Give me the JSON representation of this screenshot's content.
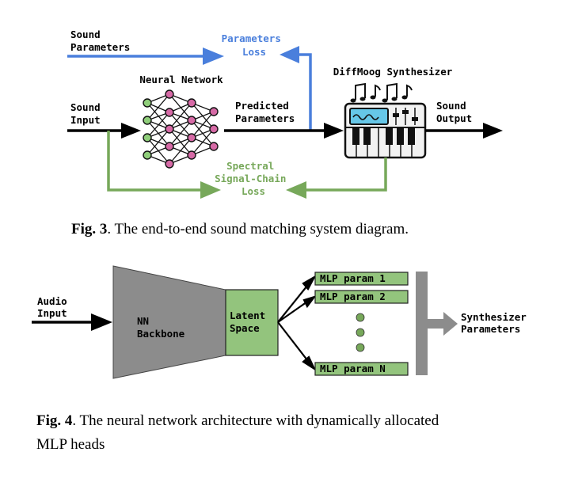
{
  "fig3": {
    "sound_parameters": [
      "Sound",
      "Parameters"
    ],
    "parameters_loss": [
      "Parameters",
      "Loss"
    ],
    "neural_network": "Neural Network",
    "diffmoog": "DiffMoog Synthesizer",
    "sound_input": [
      "Sound",
      "Input"
    ],
    "predicted_parameters": [
      "Predicted",
      "Parameters"
    ],
    "sound_output": [
      "Sound",
      "Output"
    ],
    "spectral_loss": [
      "Spectral",
      "Signal-Chain",
      "Loss"
    ],
    "caption_label": "Fig. 3",
    "caption_text": ". The end-to-end sound matching system diagram."
  },
  "fig4": {
    "audio_input": [
      "Audio",
      "Input"
    ],
    "nn_backbone": [
      "NN",
      "Backbone"
    ],
    "latent_space": [
      "Latent",
      "Space"
    ],
    "mlp_heads": [
      "MLP param 1",
      "MLP param 2",
      "MLP param N"
    ],
    "synth_params": [
      "Synthesizer",
      "Parameters"
    ],
    "caption_label": "Fig. 4",
    "caption_text_1": ". The neural network architecture with dynamically allocated",
    "caption_text_2": "MLP heads"
  },
  "colors": {
    "blue": "#4a7fdc",
    "green": "#77a85a",
    "green_box": "#93c47d",
    "gray": "#8c8c8c",
    "pink": "#d66aa6",
    "node_green": "#8fce7a",
    "screen": "#66c7e8"
  }
}
